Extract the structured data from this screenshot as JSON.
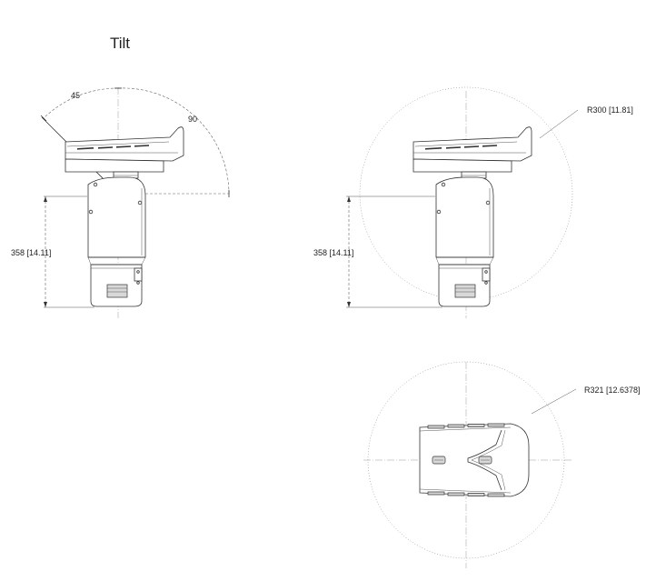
{
  "title": "Tilt",
  "labels": {
    "tilt_up_angle": "45",
    "tilt_down_angle": "90",
    "height_left": "358  [14.11]",
    "height_right": "358  [14.11]",
    "radius_side": "R300  [11.81]",
    "radius_top": "R321  [12.6378]"
  }
}
